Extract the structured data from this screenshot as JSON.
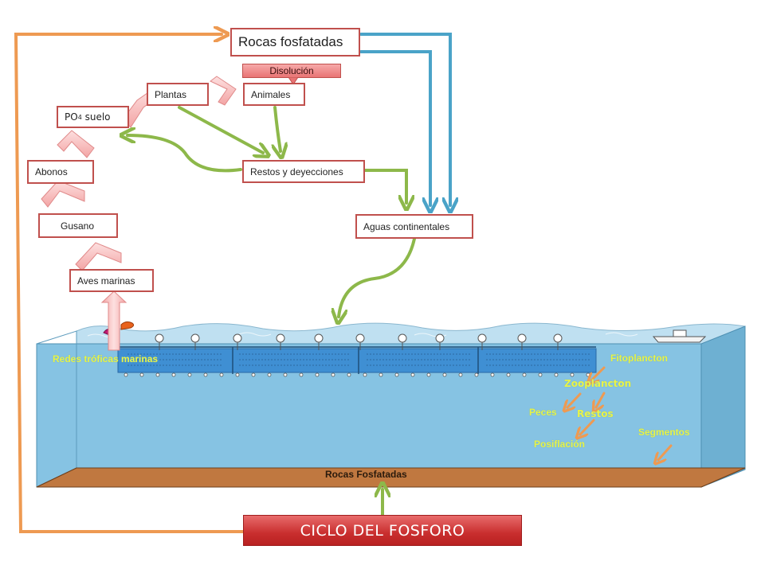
{
  "diagram": {
    "title": "CICLO DEL FOSFORO",
    "nodes": {
      "rocas_top": "Rocas fosfatadas",
      "disolucion": "Disolución",
      "plantas": "Plantas",
      "animales": "Animales",
      "po4_main": "PO",
      "po4_sub": "4",
      "po4_rest": " suelo",
      "abonos": "Abonos",
      "gusano": "Gusano",
      "aves": "Aves marinas",
      "restos": "Restos y deyecciones",
      "aguas": "Aguas continentales"
    },
    "ocean": {
      "redes": "Redes tróficas marinas",
      "fitoplancton": "Fitoplancton",
      "zooplancton": "Zooplancton",
      "peces": "Peces",
      "restos": "Restos",
      "posiflacion": "Posiflación",
      "segmentos": "Segmentos",
      "rocas_fosfatadas": "Rocas Fosfatadas"
    },
    "colors": {
      "box_border": "#c0504d",
      "green_arrow": "#8db84a",
      "blue_arrow": "#4aa3c8",
      "orange_arrow": "#ee9a52",
      "water": "#86c3e3",
      "sediment": "#c27a45",
      "title_bg": "#c92e2e"
    }
  }
}
